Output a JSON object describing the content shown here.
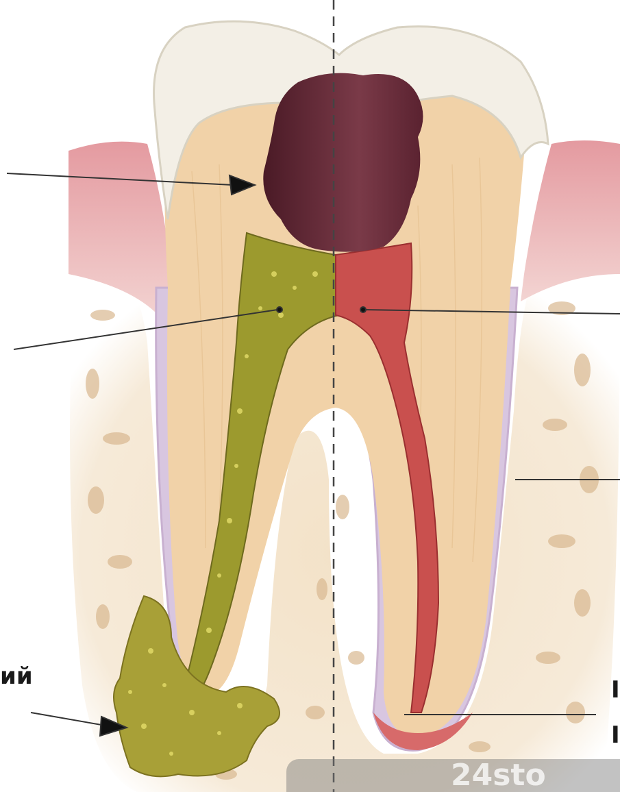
{
  "labels": {
    "left_partial": "ий",
    "right_partial_1": "I",
    "right_partial_2": "I"
  },
  "watermark": {
    "text": "24sto"
  },
  "colors": {
    "enamel": "#f3efe6",
    "dentin": "#f1d2a8",
    "cavity": "#5a2230",
    "infected_pulp": "#9c9a2e",
    "healthy_pulp": "#c9504e",
    "gum": "#e7b4b4",
    "bone": "#f0dcc0"
  }
}
